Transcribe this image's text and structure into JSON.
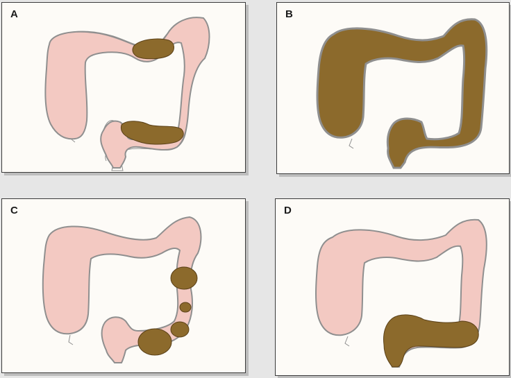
{
  "panels": [
    {
      "letter": "A"
    },
    {
      "letter": "B"
    },
    {
      "letter": "C"
    },
    {
      "letter": "D"
    }
  ],
  "colors": {
    "colon_pink": "#f3c9c2",
    "colon_outline": "#8f8f8f",
    "stool_brown": "#8c6a2c",
    "panel_background": "#fdfbf7",
    "page_background": "#e6e6e6"
  }
}
